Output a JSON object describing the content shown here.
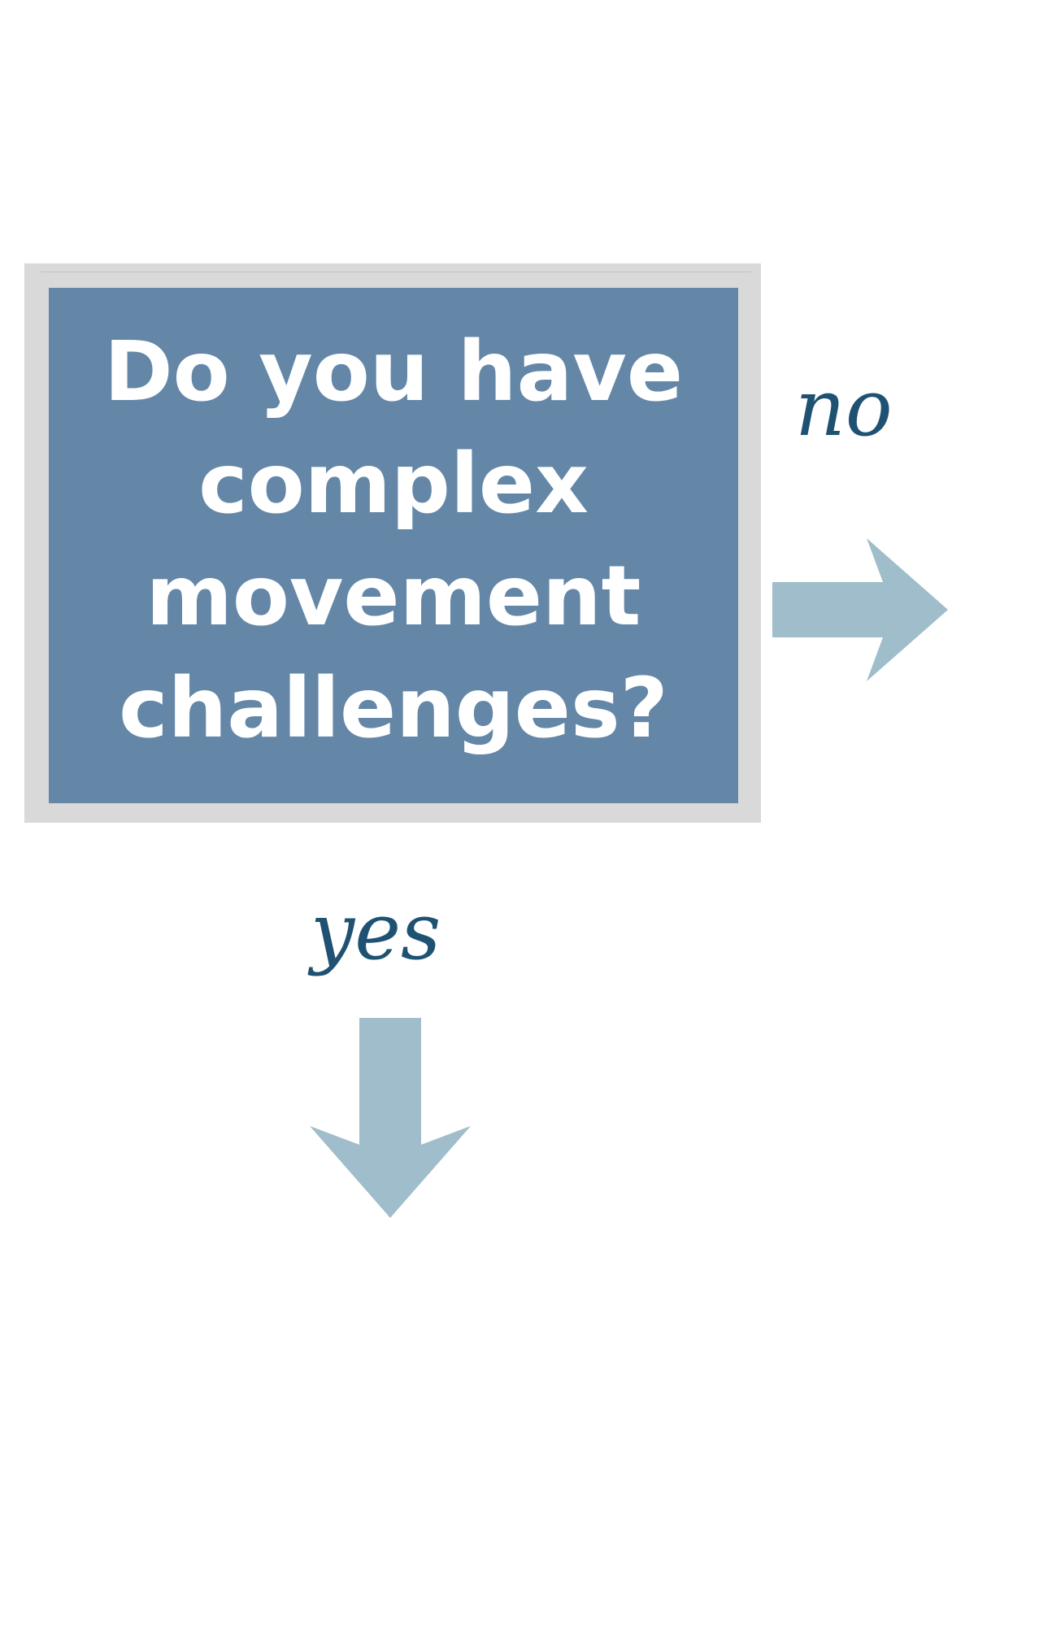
{
  "diagram": {
    "question": "Do you have complex movement challenges?",
    "branches": {
      "no": "no",
      "yes": "yes"
    },
    "colors": {
      "box_fill": "#6487a8",
      "box_border": "#d9d9d9",
      "label_text": "#1f5272",
      "arrow": "#9fbdca"
    }
  }
}
